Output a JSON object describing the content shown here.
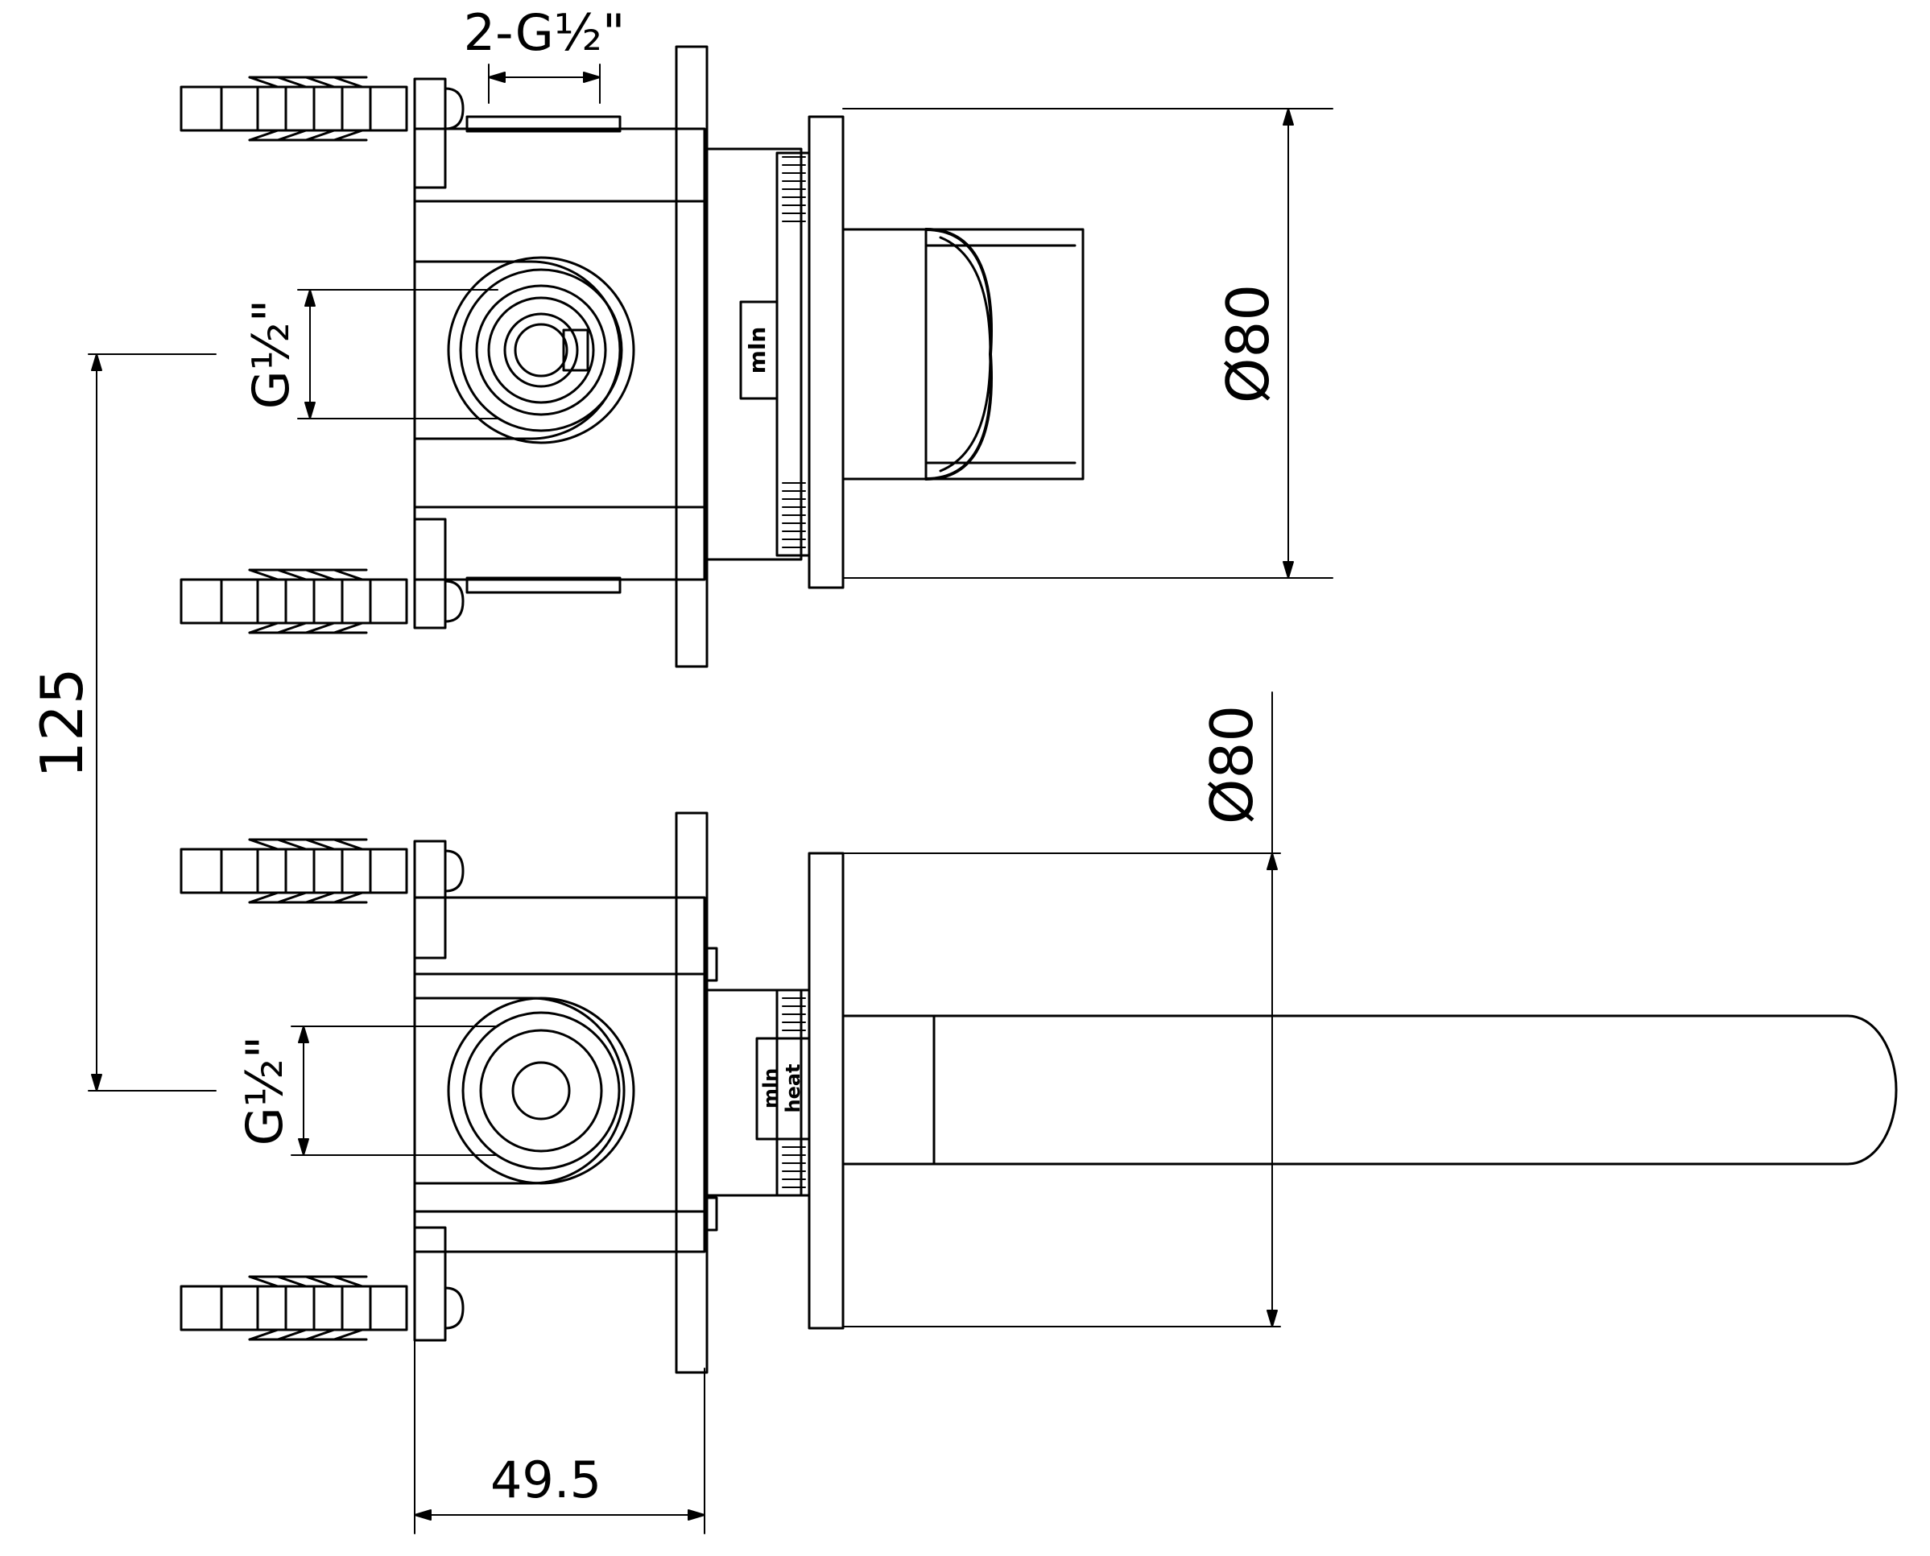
{
  "dimensions": {
    "outlet_spacing": "2-G½\"",
    "upper_inlet_thread": "G½\"",
    "lower_inlet_thread": "G½\"",
    "vertical_spacing": "125",
    "plate_diameter_upper": "Ø80",
    "plate_diameter_lower": "Ø80",
    "body_depth": "49.5"
  },
  "stamps": {
    "upper": "mln",
    "lower_line1": "mln",
    "lower_line2": "heat"
  },
  "colors": {
    "line": "#000000",
    "background": "#ffffff"
  }
}
